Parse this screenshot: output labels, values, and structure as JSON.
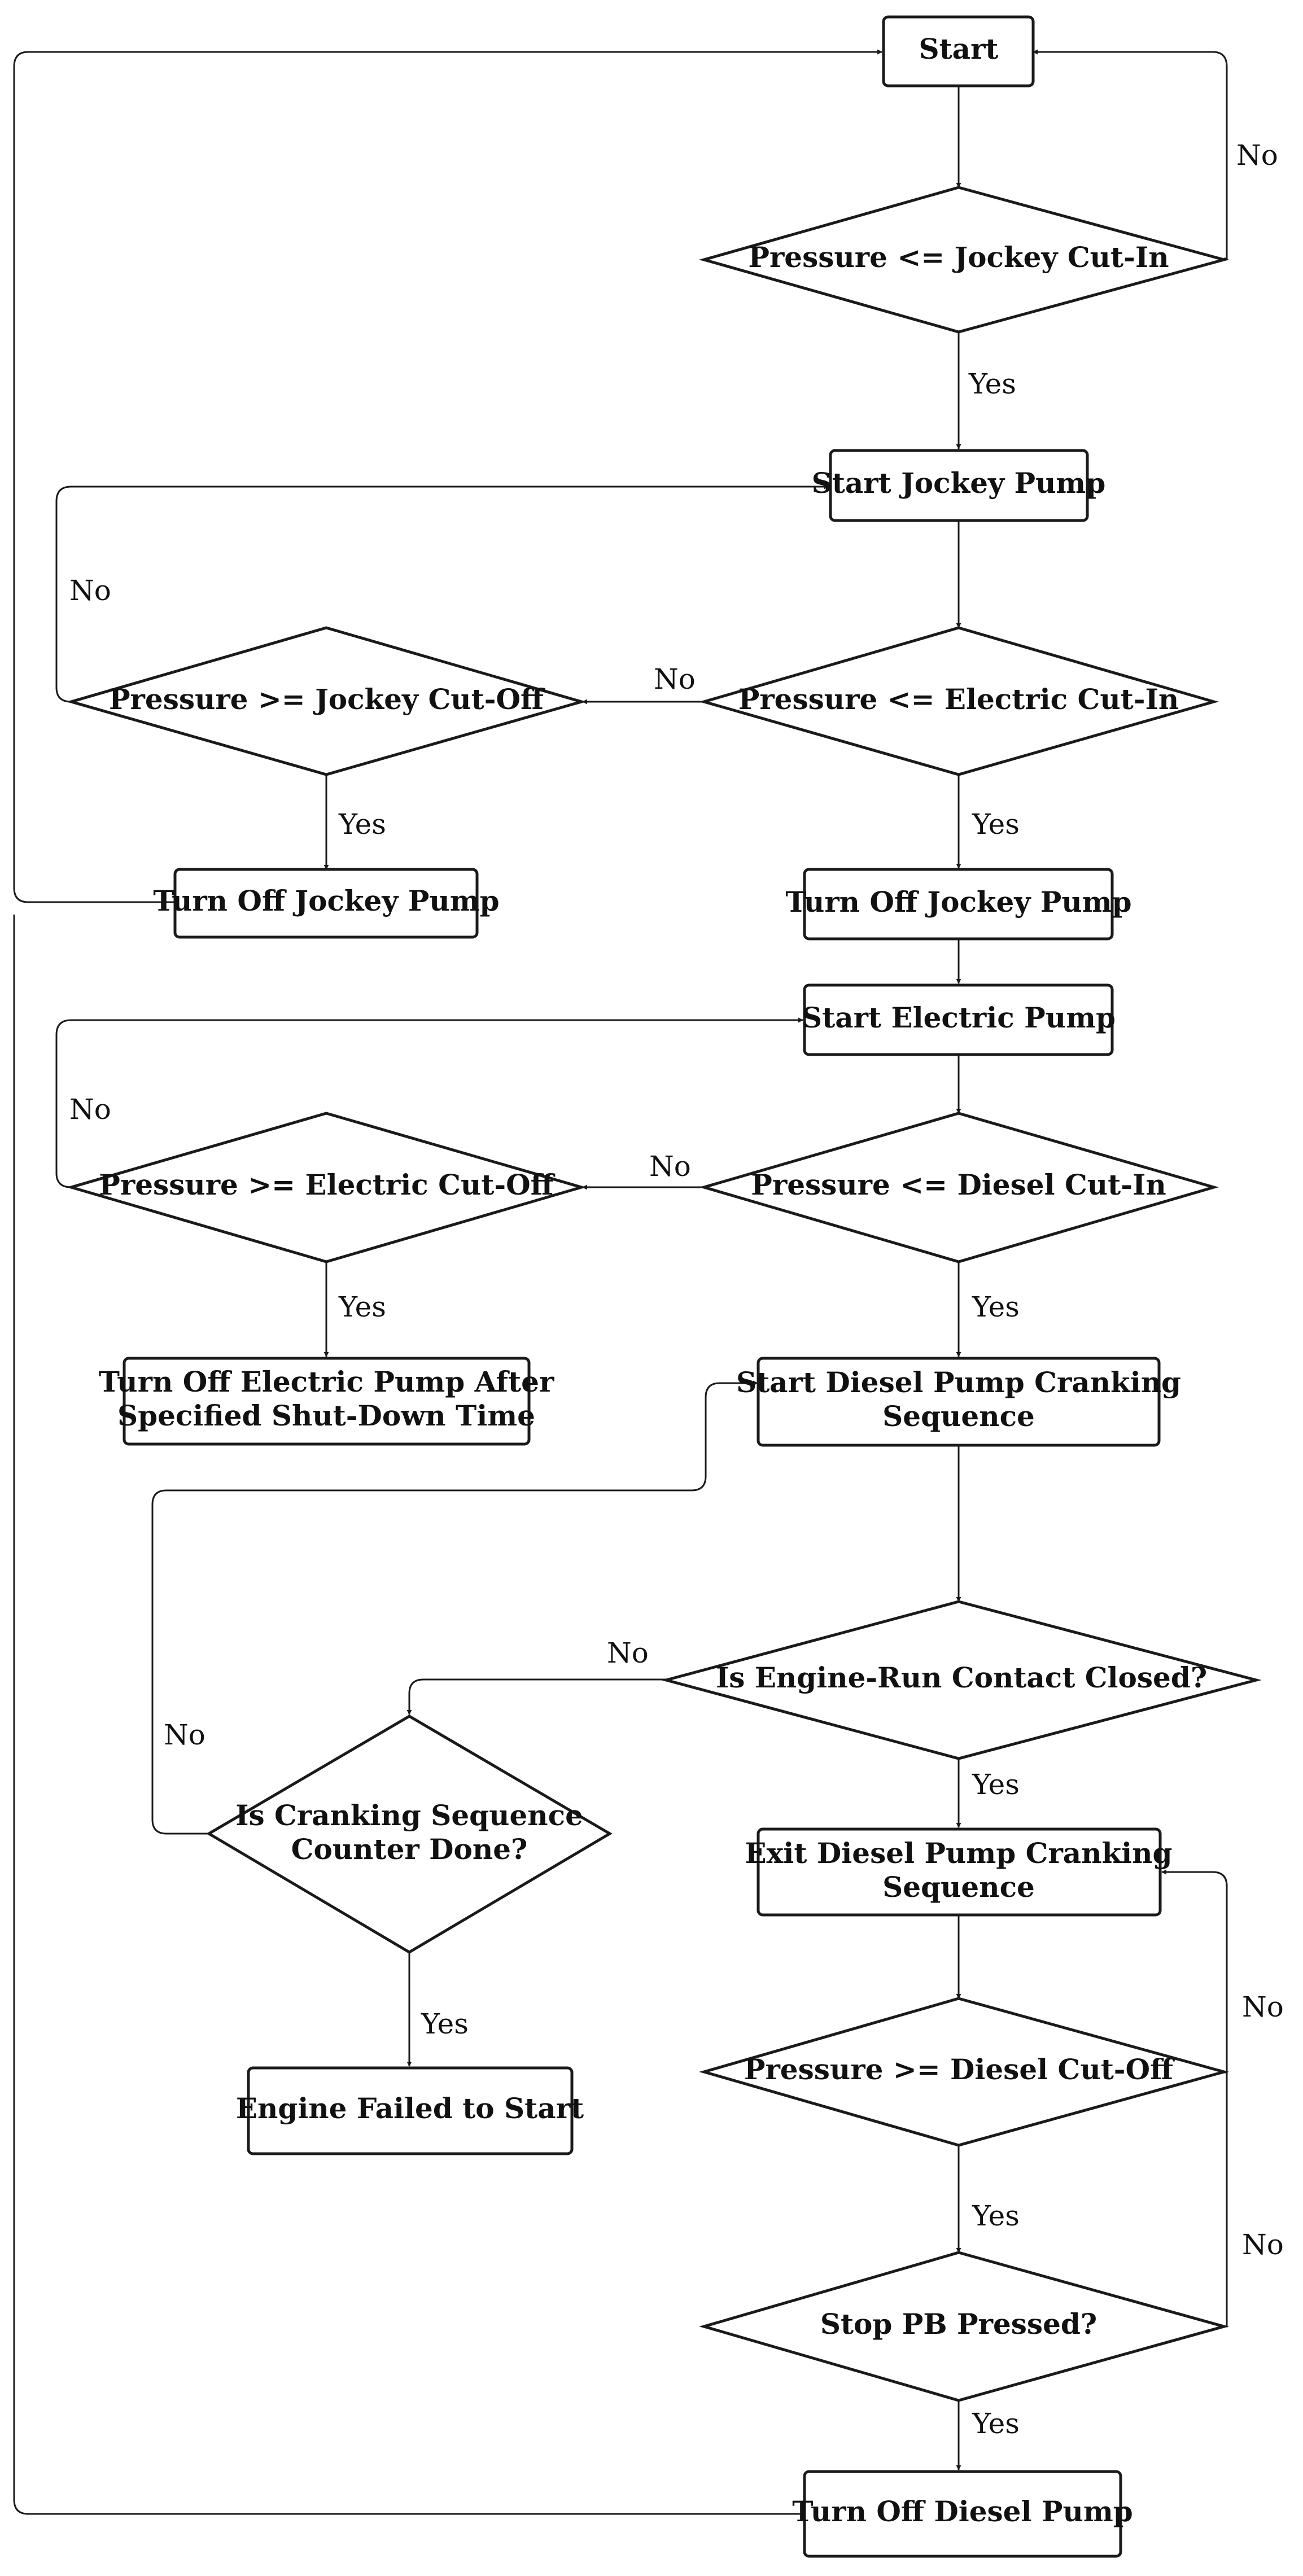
{
  "flowchart": {
    "nodes": {
      "start": "Start",
      "q_jockey_cut_in": "Pressure <= Jockey Cut-In",
      "start_jockey_pump": "Start Jockey Pump",
      "q_electric_cut_in": "Pressure <= Electric Cut-In",
      "q_jockey_cut_off": "Pressure >= Jockey Cut-Off",
      "turn_off_jockey_left": "Turn Off Jockey Pump",
      "turn_off_jockey_right": "Turn Off Jockey Pump",
      "start_electric_pump": "Start Electric Pump",
      "q_diesel_cut_in": "Pressure <= Diesel Cut-In",
      "q_electric_cut_off": "Pressure >= Electric Cut-Off",
      "turn_off_electric_l1": "Turn Off Electric Pump After",
      "turn_off_electric_l2": "Specified Shut-Down Time",
      "start_diesel_l1": "Start Diesel Pump Cranking",
      "start_diesel_l2": "Sequence",
      "q_engine_run": "Is Engine-Run Contact Closed?",
      "q_cranking_l1": "Is Cranking Sequence",
      "q_cranking_l2": "Counter Done?",
      "engine_failed": "Engine Failed to Start",
      "exit_diesel_l1": "Exit Diesel Pump Cranking",
      "exit_diesel_l2": "Sequence",
      "q_diesel_cut_off": "Pressure >= Diesel Cut-Off",
      "q_stop_pb": "Stop PB Pressed?",
      "turn_off_diesel": "Turn Off Diesel Pump"
    },
    "edge_labels": {
      "jockey_cut_in_no": "No",
      "jockey_cut_in_yes": "Yes",
      "jockey_cut_off_no": "No",
      "electric_cut_in_no": "No",
      "jockey_cut_off_yes": "Yes",
      "electric_cut_in_yes": "Yes",
      "electric_cut_off_no": "No",
      "diesel_cut_in_no": "No",
      "electric_cut_off_yes": "Yes",
      "diesel_cut_in_yes": "Yes",
      "engine_run_no": "No",
      "cranking_no": "No",
      "engine_run_yes": "Yes",
      "cranking_yes": "Yes",
      "diesel_cut_off_no": "No",
      "diesel_cut_off_yes": "Yes",
      "stop_pb_no": "No",
      "stop_pb_yes": "Yes"
    }
  }
}
